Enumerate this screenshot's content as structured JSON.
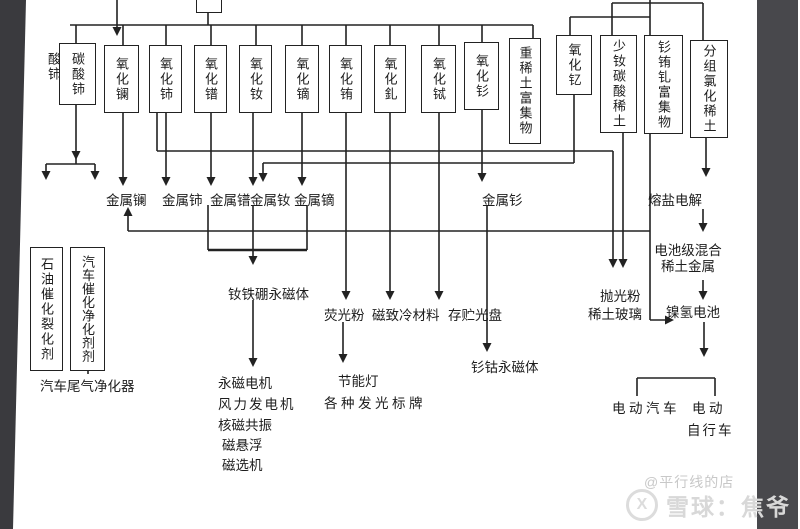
{
  "colors": {
    "line": "#222222",
    "page_bg": "#ffffff",
    "side_left": "#3a3a3e",
    "side_right": "#48484c",
    "watermark_gray": "#c8c8c8",
    "xueqiu_gray": "#d8d8d8"
  },
  "nodes": {
    "partial_left_label": "酸铈",
    "top_boxes": [
      "碳酸铈",
      "氧化镧",
      "氧化铈",
      "氧化镨",
      "氧化钕",
      "氧化镝",
      "氧化铕",
      "氧化釓",
      "氧化铽",
      "氧化钐",
      "重稀土富集物",
      "氧化钇",
      "少钕碳酸稀土",
      "钐铕钆富集物",
      "分组氯化稀土"
    ],
    "left_boxes": [
      "石油催化裂化剂",
      "汽车催化净化剂剂"
    ],
    "metals": [
      "金属镧",
      "金属铈",
      "金属镨",
      "金属钕",
      "金属镝",
      "金属钐"
    ]
  },
  "labels": {
    "molten_salt": "熔盐电解",
    "ndfeb": "钕铁硼永磁体",
    "phosphor": "荧光粉",
    "magnetocaloric": "磁致冷材料",
    "storage_disc": "存贮光盘",
    "polishing_powder": "抛光粉",
    "re_glass": "稀土玻璃",
    "battery_grade_line1": "电池级混合",
    "battery_grade_line2": "稀土金属",
    "nimh_battery": "镍氢电池",
    "smco_magnet": "钐钴永磁体",
    "pm_motor": "永磁电机",
    "wind_generator": "风力发电机",
    "nmr": "核磁共振",
    "maglev": "磁悬浮",
    "magnetic_separator": "磁选机",
    "energy_lamp": "节能灯",
    "light_signs": "各种发光标牌",
    "auto_exhaust_purifier": "汽车尾气净化器",
    "ev_car": "电动汽车",
    "ev": "电动",
    "bicycle": "自行车"
  },
  "watermark": {
    "shop": "@平行线的店",
    "logo_glyph": "X",
    "brand": "雪球",
    "separator": "：",
    "author": "焦爷"
  }
}
